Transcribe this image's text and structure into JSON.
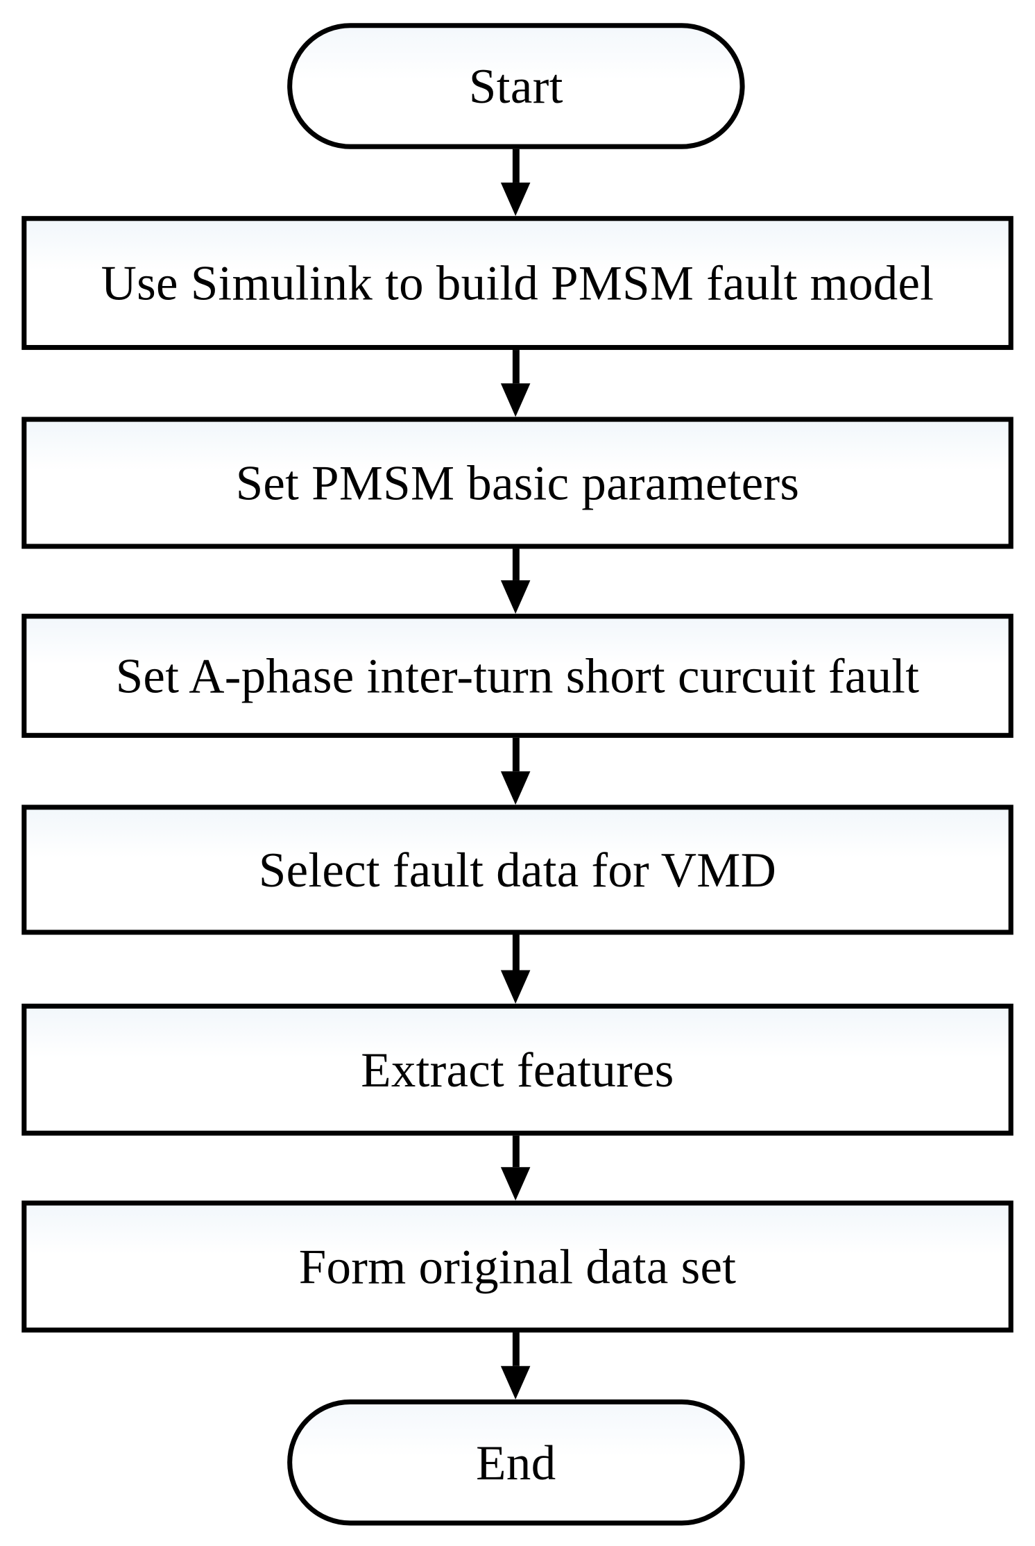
{
  "diagram": {
    "title": "PMSM fault data generation flowchart",
    "orientation": "top-to-bottom",
    "node_fill": "#ffffff",
    "node_border_color": "#000000",
    "text_color": "#000000",
    "connector_color": "#000000"
  },
  "nodes": [
    {
      "id": "start",
      "type": "terminator",
      "label": "Start"
    },
    {
      "id": "step1",
      "type": "process",
      "label": "Use Simulink to build PMSM fault model"
    },
    {
      "id": "step2",
      "type": "process",
      "label": "Set PMSM basic parameters"
    },
    {
      "id": "step3",
      "type": "process",
      "label": "Set A-phase inter-turn short curcuit fault"
    },
    {
      "id": "step4",
      "type": "process",
      "label": "Select fault data for VMD"
    },
    {
      "id": "step5",
      "type": "process",
      "label": "Extract features"
    },
    {
      "id": "step6",
      "type": "process",
      "label": "Form original data set"
    },
    {
      "id": "end",
      "type": "terminator",
      "label": "End"
    }
  ],
  "edges": [
    {
      "from": "start",
      "to": "step1"
    },
    {
      "from": "step1",
      "to": "step2"
    },
    {
      "from": "step2",
      "to": "step3"
    },
    {
      "from": "step3",
      "to": "step4"
    },
    {
      "from": "step4",
      "to": "step5"
    },
    {
      "from": "step5",
      "to": "step6"
    },
    {
      "from": "step6",
      "to": "end"
    }
  ]
}
